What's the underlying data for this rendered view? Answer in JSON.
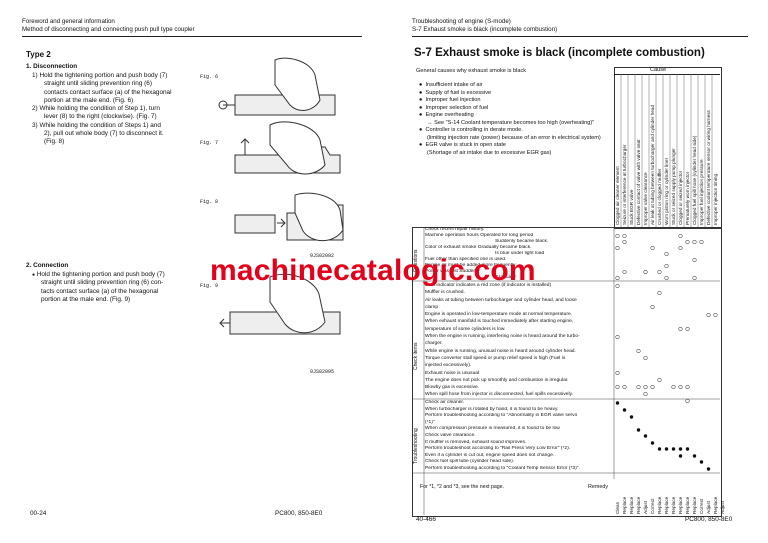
{
  "left_page": {
    "header_line1": "Foreword and general information",
    "header_line2": "Method of disconnecting and connecting push pull type coupler",
    "type_title": "Type 2",
    "disconnection_title": "1.  Disconnection",
    "disconnection_steps": [
      "1)  Hold the tightening portion and push body (7)",
      "straight until sliding prevention ring (6)",
      "contacts contact surface (a) of the hexagonal",
      "portion at the male end. (Fig. 6)",
      "2)  While holding the condition of Step 1), turn",
      "lever (8) to the right (clockwise). (Fig. 7)",
      "3)  While holding the condition of Steps 1) and",
      "2), pull out whole body (7) to disconnect it.",
      "(Fig. 8)"
    ],
    "connection_title": "2.  Connection",
    "connection_steps": [
      "Hold the tightening portion and push body (7)",
      "straight until sliding prevention ring (6) con-",
      "tacts contact surface (a) of the hexagonal",
      "portion at the male end. (Fig. 9)"
    ],
    "fig_labels": [
      "Fig. 6",
      "Fig. 7",
      "Fig. 8",
      "Fig. 9"
    ],
    "fig_codes": [
      "9JS02092",
      "9JS02095"
    ],
    "footer_page": "00-24",
    "footer_model": "PC800, 850-8E0"
  },
  "right_page": {
    "header_line1": "Troubleshooting of engine (S-mode)",
    "header_line2": "S-7 Exhaust smoke is black (incomplete combustion)",
    "title": "S-7 Exhaust smoke is black (incomplete combustion)",
    "general_causes_title": "General causes why exhaust smoke is black",
    "cause_header": "Cause",
    "bullets": [
      "Insufficient intake of air",
      "Supply of fuel is excessive",
      "Improper fuel injection",
      "Improper selection of fuel",
      "Engine overheating",
      "→ See \"S-14 Coolant temperature becomes too high (overheating)\"",
      "Controller is controlling in derate mode.",
      "(limiting injection rate (power) because of an error in electrical system)",
      "EGR valve is stuck in open state",
      "(Shortage of air intake due to excessive EGR gas)"
    ],
    "causes": [
      "Clogged air cleaner element",
      "Seizure or interference at turbocharger",
      "Stuck EGR valve",
      "Defective contact of valve with valve seat",
      "Improper valve clearance",
      "Air leak at tubing between turbocharger and cylinder head",
      "Crushed or clogged muffler",
      "Worn piston ring or cylinder liner",
      "Stuck or seized supply pump plunger",
      "Clogged or seized injector",
      "Prematurely worn injector",
      "Clogged fuel spill hose (cylinder head side)",
      "Improper fuel injection pressure",
      "Defective coolant temperature sensor or wiring harness",
      "Improper injection timing"
    ],
    "questions_label": "Questions",
    "check_items_label": "Check items",
    "troubleshooting_label": "Troubleshooting",
    "question_rows": [
      "Check recent repair history.",
      "Machine operation hours Operated for long period",
      "Suddenly became black.",
      "Color of exhaust smoke  Gradually became black.",
      "Is blue under light load",
      "Fuel other than specified one is used.",
      "Engine oil must be added more frequently",
      "Power was lost  Suddenly",
      "Gradually"
    ],
    "check_rows": [
      "Dust indicator indicates a red zone (if indicator is installed)",
      "Muffler is crushed.",
      "Air leaks at tubing between turbocharger and cylinder head, and loose",
      "clamp",
      "Engine is operated in low-temperature mode at normal temperature.",
      "When exhaust manifold is touched immediately after starting engine,",
      "temperature of some cylinders is low.",
      "When the engine is running, interfering noise is heard around the turbo-",
      "charger.",
      "While engine is running, unusual noise is heard around cylinder head.",
      "Torque converter stall speed or pump relief speed is high (Fuel is",
      "injected excessively).",
      "Exhaust noise is unusual",
      "The engine does not pick up smoothly and combustion is irregular.",
      "Blowby gas is excessive.",
      "When spill hose from injector is disconnected, fuel spills excessively."
    ],
    "troubleshooting_rows": [
      "Check air cleaner.",
      "When turbocharger is rotated by hand, it is found to be heavy.",
      "Perform troubleshooting according to \"Abnormality in EGR valve servo",
      "(*1)\"",
      "When compression pressure is measured, it is found to be low",
      "Check valve clearance.",
      "If muffler is removed, exhaust sound improves.",
      "Perform troubleshoot according to \"Rail Press Very Low Error\" (*2).",
      "Even if a cylinder is cut out, engine speed does not change.",
      "Check fuel spill tube (cylinder head side).",
      "Perform troubleshooting according to \"Coolant Temp Sensor Error (*3)\"."
    ],
    "remedy_label": "Remedy",
    "remedies": [
      "Clean",
      "Replace",
      "Replace",
      "Replace",
      "Adjust",
      "Correct",
      "Replace",
      "Replace",
      "Replace",
      "Replace",
      "Replace",
      "Replace",
      "Correct",
      "Adjust",
      "Replace",
      "Adjust"
    ],
    "footnote": "For *1, *2 and *3, see the next page.",
    "footer_page": "40-466",
    "footer_model": "PC800, 850-8E0"
  },
  "watermark": "machinecatalogic.com",
  "colors": {
    "watermark": "#e2001a",
    "text": "#111111",
    "rule": "#222222"
  }
}
